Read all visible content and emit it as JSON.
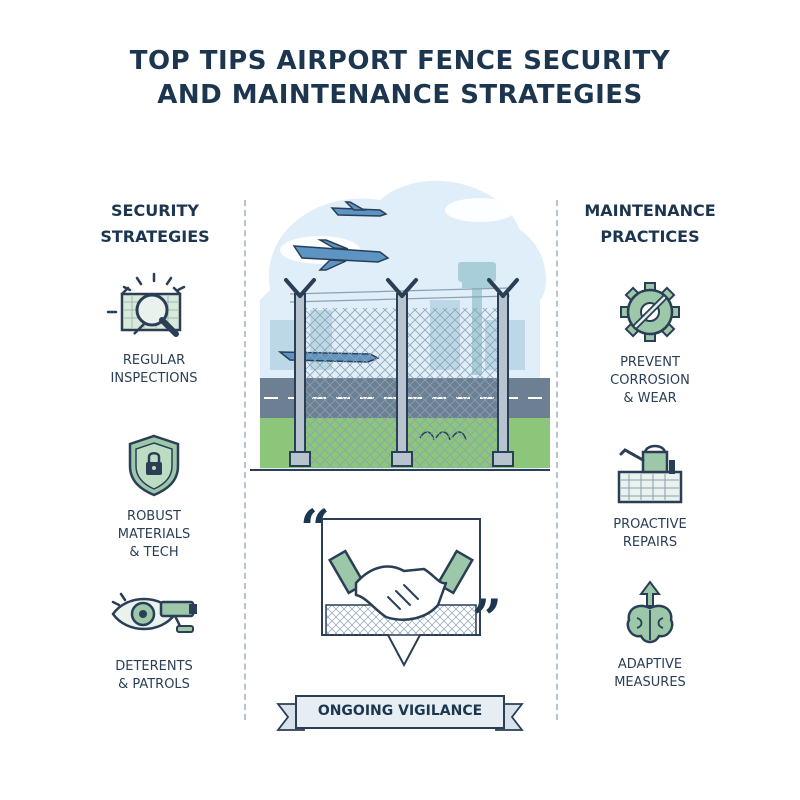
{
  "title": {
    "line1": "TOP TIPS AIRPORT FENCE SECURITY",
    "line2": "AND MAINTENANCE STRATEGIES"
  },
  "left": {
    "heading": {
      "line1": "SECURITY",
      "line2": "STRATEGIES"
    },
    "items": [
      {
        "icon": "inspection-magnifier-icon",
        "lines": [
          "REGULAR",
          "INSPECTIONS"
        ]
      },
      {
        "icon": "lock-shield-icon",
        "lines": [
          "ROBUST",
          "MATERIALS",
          "& TECH"
        ]
      },
      {
        "icon": "surveillance-eye-camera-icon",
        "lines": [
          "DETERENTS",
          "& PATROLS"
        ]
      }
    ]
  },
  "right": {
    "heading": {
      "line1": "MAINTENANCE",
      "line2": "PRACTICES"
    },
    "items": [
      {
        "icon": "gear-wrench-icon",
        "lines": [
          "PREVENT",
          "CORROSION",
          "& WEAR"
        ]
      },
      {
        "icon": "watering-can-fence-icon",
        "lines": [
          "PROACTIVE",
          "REPAIRS"
        ]
      },
      {
        "icon": "brain-arrow-icon",
        "lines": [
          "ADAPTIVE",
          "MEASURES"
        ]
      }
    ]
  },
  "center": {
    "scene_icon": "airport-fence-scene-illustration",
    "handshake_icon": "handshake-quote-icon",
    "banner": "ONGOING VIGILANCE"
  },
  "colors": {
    "navy": "#1d3650",
    "accent_green": "#8dbf9a",
    "sky": "#dfeef8",
    "grass": "#79b86a"
  }
}
